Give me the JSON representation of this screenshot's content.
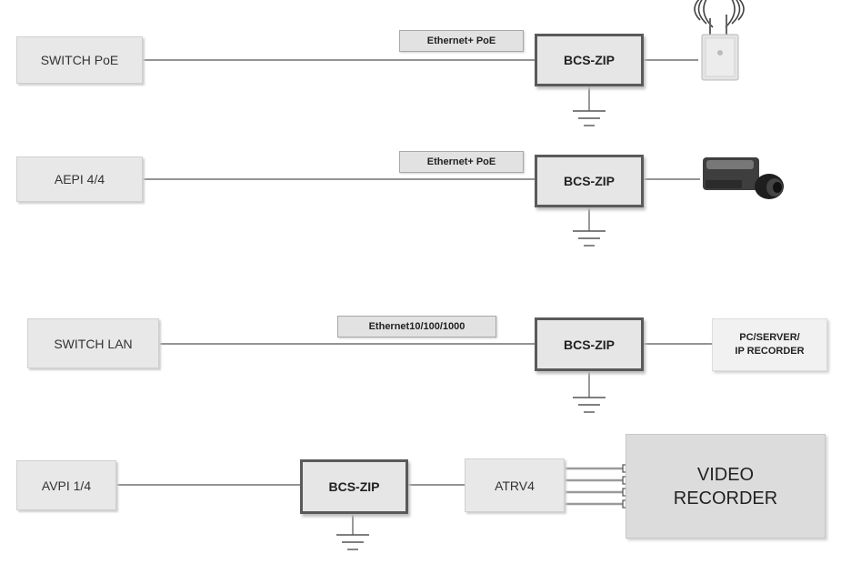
{
  "rows": [
    {
      "source": "SWITCH PoE",
      "device": "BCS-ZIP",
      "cable": "Ethernet+ PoE",
      "endpoint": "access-point"
    },
    {
      "source": "AEPI 4/4",
      "device": "BCS-ZIP",
      "cable": "Ethernet+ PoE",
      "endpoint": "camera"
    },
    {
      "source": "SWITCH LAN",
      "device": "BCS-ZIP",
      "cable": "Ethernet10/100/1000",
      "endpoint_lines": [
        "PC/SERVER/",
        "IP RECORDER"
      ]
    },
    {
      "source": "AVPI 1/4",
      "device": "BCS-ZIP",
      "mid": "ATRV4",
      "recorder_lines": [
        "VIDEO",
        "RECORDER"
      ]
    }
  ],
  "colors": {
    "line": "#555555",
    "border": "#5a5a5a",
    "fill": "#e6e6e6"
  }
}
